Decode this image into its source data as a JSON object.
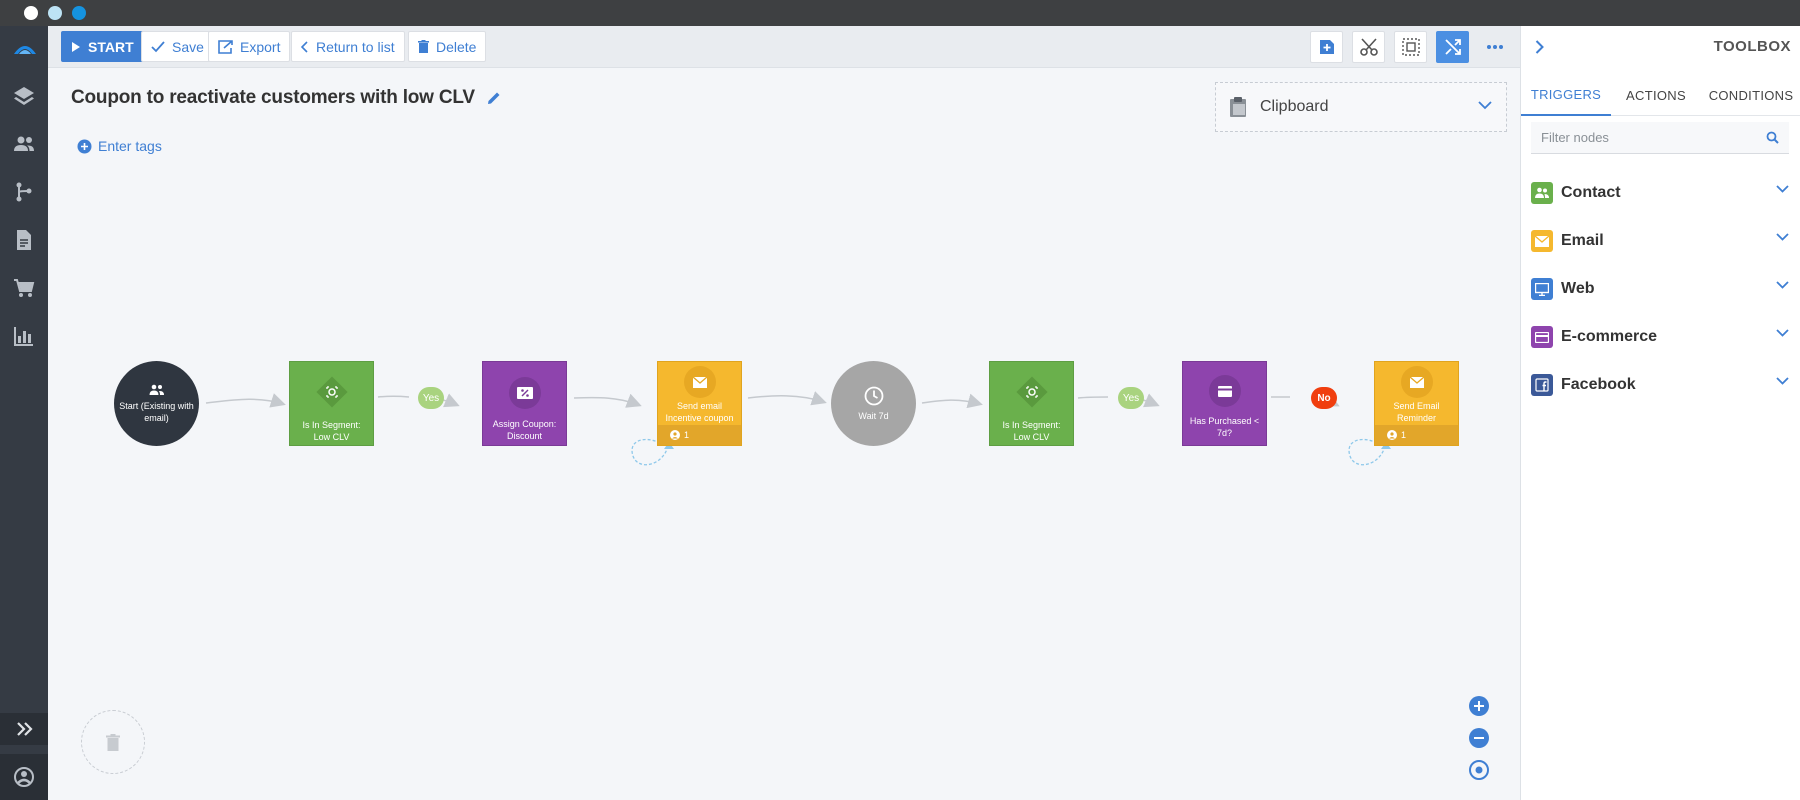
{
  "toolbar": {
    "start_label": "START",
    "save_label": "Save",
    "export_label": "Export",
    "return_label": "Return to list",
    "delete_label": "Delete"
  },
  "workflow": {
    "title": "Coupon to reactivate customers with low CLV",
    "tags_placeholder": "Enter tags",
    "clipboard_label": "Clipboard"
  },
  "nodes": [
    {
      "label": "Start (Existing with email)",
      "type": "start",
      "color": "#2f3640",
      "icon": "people-icon"
    },
    {
      "label": "Is In Segment: Low CLV",
      "type": "condition",
      "color": "#6ab04c",
      "icon": "segment-icon"
    },
    {
      "label": "Assign Coupon: Discount",
      "type": "action",
      "color": "#8e44ad",
      "icon": "coupon-icon"
    },
    {
      "label": "Send email Incentive coupon",
      "type": "email",
      "color": "#f5b82e",
      "icon": "email-icon",
      "count": "1"
    },
    {
      "label": "Wait 7d",
      "type": "wait",
      "color": "#a6a6a6",
      "icon": "clock-icon"
    },
    {
      "label": "Is In Segment: Low CLV",
      "type": "condition",
      "color": "#6ab04c",
      "icon": "segment-icon"
    },
    {
      "label": "Has Purchased < 7d?",
      "type": "condition",
      "color": "#8e44ad",
      "icon": "card-icon"
    },
    {
      "label": "Send Email Reminder",
      "type": "email",
      "color": "#f5b82e",
      "icon": "email-icon",
      "count": "1"
    }
  ],
  "branches": [
    {
      "label": "Yes",
      "color": "#a9d37f"
    },
    {
      "label": "Yes",
      "color": "#a9d37f"
    },
    {
      "label": "No",
      "color": "#f03e0f"
    }
  ],
  "toolbox": {
    "title": "TOOLBOX",
    "tabs": [
      "TRIGGERS",
      "ACTIONS",
      "CONDITIONS"
    ],
    "active_tab": "TRIGGERS",
    "filter_placeholder": "Filter nodes",
    "categories": [
      {
        "label": "Contact",
        "color": "#6ab04c",
        "icon": "contact-icon"
      },
      {
        "label": "Email",
        "color": "#f5b82e",
        "icon": "email-icon"
      },
      {
        "label": "Web",
        "color": "#3f7fd3",
        "icon": "monitor-icon"
      },
      {
        "label": "E-commerce",
        "color": "#8e44ad",
        "icon": "card-icon"
      },
      {
        "label": "Facebook",
        "color": "#3b5998",
        "icon": "facebook-icon"
      }
    ]
  },
  "colors": {
    "accent": "#3f7fd3",
    "nav_bg": "#353b44"
  }
}
